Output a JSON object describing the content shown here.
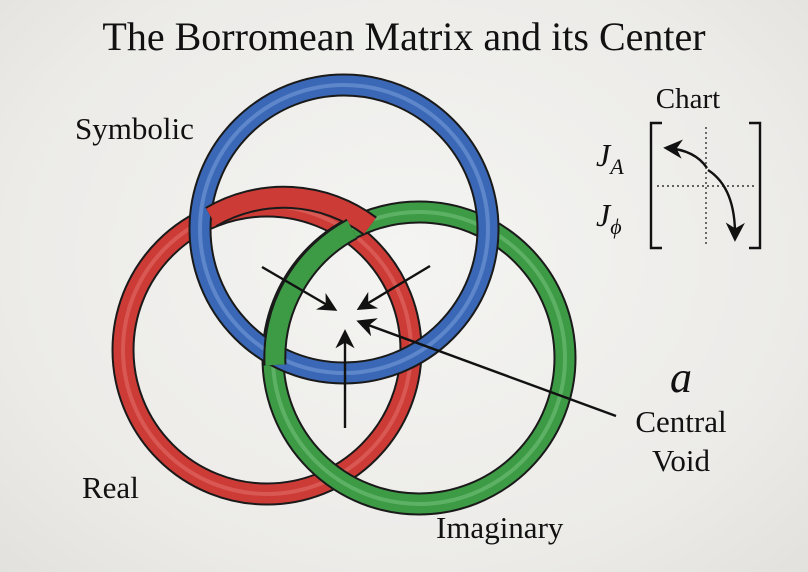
{
  "title": "The Borromean Matrix and its Center",
  "rings": {
    "symbolic": {
      "label": "Symbolic",
      "color": "#3a68b6"
    },
    "real": {
      "label": "Real",
      "color": "#cc3b36"
    },
    "imaginary": {
      "label": "Imaginary",
      "color": "#3d9a45"
    }
  },
  "center": {
    "symbol": "a",
    "label_line1": "Central",
    "label_line2": "Void"
  },
  "chart": {
    "title": "Chart",
    "row1_letter": "J",
    "row1_sub": "A",
    "row2_letter": "J",
    "row2_sub": "ϕ"
  }
}
